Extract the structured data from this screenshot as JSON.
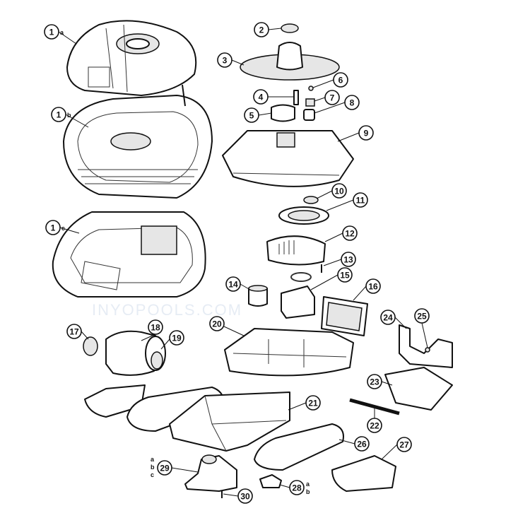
{
  "diagram": {
    "watermark": "INYOPOOLS.COM",
    "callouts": [
      {
        "id": "1a",
        "num": "1",
        "sub": "a"
      },
      {
        "id": "1b",
        "num": "1",
        "sub": "b"
      },
      {
        "id": "1c",
        "num": "1",
        "sub": "c"
      },
      {
        "id": "2",
        "num": "2"
      },
      {
        "id": "3",
        "num": "3"
      },
      {
        "id": "4",
        "num": "4"
      },
      {
        "id": "5",
        "num": "5"
      },
      {
        "id": "6",
        "num": "6"
      },
      {
        "id": "7",
        "num": "7"
      },
      {
        "id": "8",
        "num": "8"
      },
      {
        "id": "9",
        "num": "9"
      },
      {
        "id": "10",
        "num": "10"
      },
      {
        "id": "11",
        "num": "11"
      },
      {
        "id": "12",
        "num": "12"
      },
      {
        "id": "13",
        "num": "13"
      },
      {
        "id": "14",
        "num": "14"
      },
      {
        "id": "15",
        "num": "15"
      },
      {
        "id": "16",
        "num": "16"
      },
      {
        "id": "17",
        "num": "17"
      },
      {
        "id": "18",
        "num": "18"
      },
      {
        "id": "19",
        "num": "19"
      },
      {
        "id": "20",
        "num": "20"
      },
      {
        "id": "21",
        "num": "21"
      },
      {
        "id": "22",
        "num": "22"
      },
      {
        "id": "23",
        "num": "23"
      },
      {
        "id": "24",
        "num": "24"
      },
      {
        "id": "25",
        "num": "25"
      },
      {
        "id": "26",
        "num": "26"
      },
      {
        "id": "27",
        "num": "27"
      },
      {
        "id": "28",
        "num": "28",
        "sub": "a b"
      },
      {
        "id": "29",
        "num": "29",
        "sub": "a b c"
      },
      {
        "id": "30",
        "num": "30"
      }
    ]
  }
}
